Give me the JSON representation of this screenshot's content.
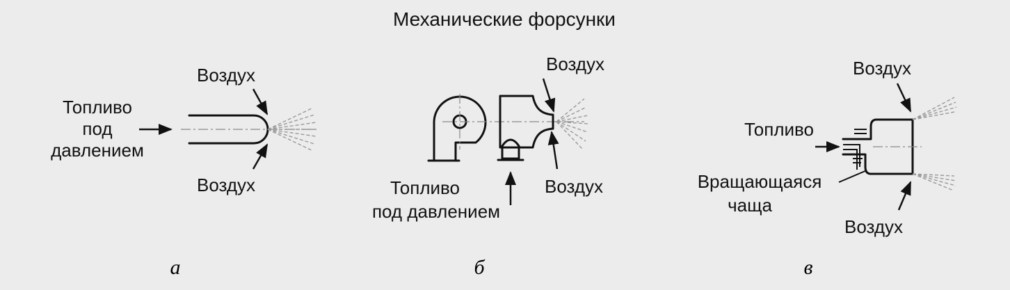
{
  "title": "Механические форсунки",
  "panels": [
    {
      "letter": "а",
      "fuel_lines": [
        "Топливо",
        "под",
        "давлением"
      ],
      "air_top": "Воздух",
      "air_bottom": "Воздух"
    },
    {
      "letter": "б",
      "fuel_lines": [
        "Топливо",
        "под давлением"
      ],
      "air_top": "Воздух",
      "air_bottom": "Воздух"
    },
    {
      "letter": "в",
      "fuel": "Топливо",
      "cup_lines": [
        "Вращающаяся",
        "чаща"
      ],
      "air_top": "Воздух",
      "air_bottom": "Воздух"
    }
  ]
}
